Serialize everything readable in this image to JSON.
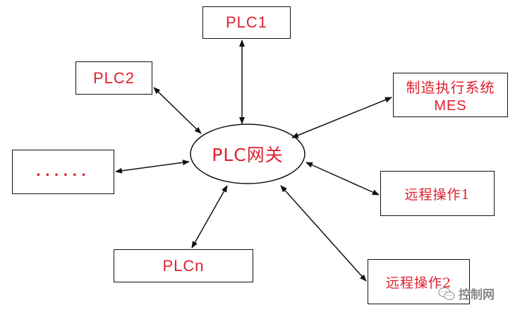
{
  "diagram": {
    "center": {
      "label": "PLC网关"
    },
    "nodes": [
      {
        "id": "plc1",
        "lines": [
          "PLC1"
        ]
      },
      {
        "id": "plc2",
        "lines": [
          "PLC2"
        ]
      },
      {
        "id": "dots",
        "lines": [
          "......"
        ]
      },
      {
        "id": "plcn",
        "lines": [
          "PLCn"
        ]
      },
      {
        "id": "mes",
        "lines": [
          "制造执行系统",
          "MES"
        ]
      },
      {
        "id": "op1",
        "lines": [
          "远程操作1"
        ]
      },
      {
        "id": "op2",
        "lines": [
          "远程操作2"
        ]
      }
    ],
    "edges": [
      {
        "from": "center",
        "to": "plc1",
        "direction": "both"
      },
      {
        "from": "center",
        "to": "plc2",
        "direction": "both"
      },
      {
        "from": "center",
        "to": "dots",
        "direction": "both"
      },
      {
        "from": "center",
        "to": "plcn",
        "direction": "both"
      },
      {
        "from": "center",
        "to": "mes",
        "direction": "both"
      },
      {
        "from": "center",
        "to": "op1",
        "direction": "both"
      },
      {
        "from": "center",
        "to": "op2",
        "direction": "both"
      }
    ]
  },
  "colors": {
    "text": "#e0202e",
    "line": "#111111",
    "watermark": "#888888"
  },
  "watermark": {
    "icon": "wechat-icon",
    "text": "控制网"
  }
}
